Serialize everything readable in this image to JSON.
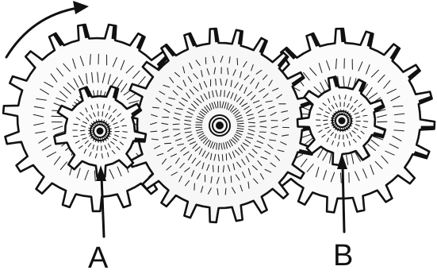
{
  "labels": {
    "a": "A",
    "b": "B"
  },
  "colors": {
    "ink": "#111111",
    "paper": "#ffffff"
  },
  "gears": [
    {
      "id": "left-drive-gear",
      "teeth": 19,
      "role": "driver"
    },
    {
      "id": "pinion-a",
      "teeth": 9,
      "role": "pinion"
    },
    {
      "id": "center-idler-gear",
      "teeth": 23,
      "role": "idler"
    },
    {
      "id": "right-gear",
      "teeth": 19,
      "role": "driven"
    },
    {
      "id": "pinion-b",
      "teeth": 9,
      "role": "pinion"
    }
  ],
  "rotation": {
    "direction": "clockwise",
    "indicator": "curved-arrow-icon"
  }
}
